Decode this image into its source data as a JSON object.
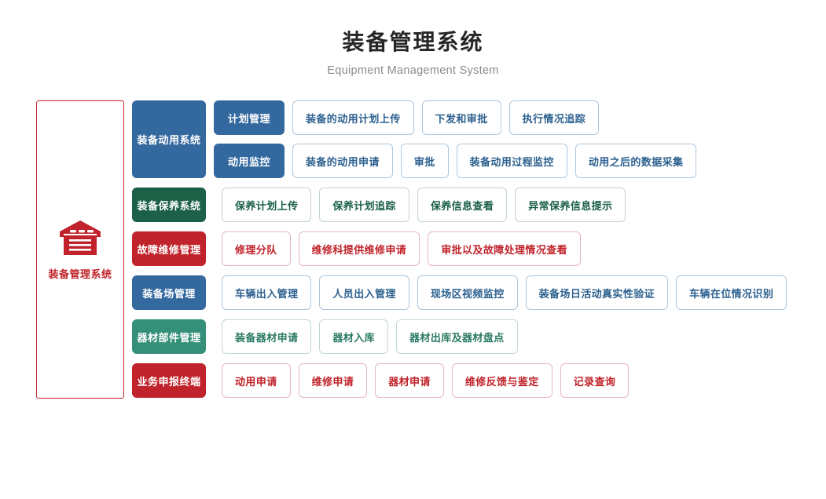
{
  "header": {
    "title": "装备管理系统",
    "subtitle": "Equipment Management System"
  },
  "root": {
    "label": "装备管理系统",
    "icon": "warehouse-icon",
    "border_color": "#c0232b",
    "text_color": "#c0232b"
  },
  "colors": {
    "blue": "#34699f",
    "green": "#1b6047",
    "red": "#c0232b",
    "teal": "#35907a",
    "blue_border": "#aec6dd",
    "green_border": "#c3d4cd",
    "red_border": "#e7b6ba",
    "teal_border": "#c3d8d1",
    "title": "#262626",
    "subtitle": "#8a8a8a"
  },
  "groups": [
    {
      "name": "装备动用系统",
      "theme": "blue",
      "tall": true,
      "lines": [
        {
          "sub": "计划管理",
          "leaves": [
            "装备的动用计划上传",
            "下发和审批",
            "执行情况追踪"
          ]
        },
        {
          "sub": "动用监控",
          "leaves": [
            "装备的动用申请",
            "审批",
            "装备动用过程监控",
            "动用之后的数据采集"
          ]
        }
      ]
    },
    {
      "name": "装备保养系统",
      "theme": "green",
      "tall": false,
      "lines": [
        {
          "sub": null,
          "leaves": [
            "保养计划上传",
            "保养计划追踪",
            "保养信息查看",
            "异常保养信息提示"
          ]
        }
      ]
    },
    {
      "name": "故障维修管理",
      "theme": "red",
      "tall": false,
      "lines": [
        {
          "sub": null,
          "leaves": [
            "修理分队",
            "维修科提供维修申请",
            "审批以及故障处理情况查看"
          ]
        }
      ]
    },
    {
      "name": "装备场管理",
      "theme": "blue",
      "tall": false,
      "lines": [
        {
          "sub": null,
          "leaves": [
            "车辆出入管理",
            "人员出入管理",
            "现场区视频监控",
            "装备场日活动真实性验证",
            "车辆在位情况识别"
          ]
        }
      ]
    },
    {
      "name": "器材部件管理",
      "theme": "teal",
      "tall": false,
      "lines": [
        {
          "sub": null,
          "leaves": [
            "装备器材申请",
            "器材入库",
            "器材出库及器材盘点"
          ]
        }
      ]
    },
    {
      "name": "业务申报终端",
      "theme": "red",
      "tall": false,
      "lines": [
        {
          "sub": null,
          "leaves": [
            "动用申请",
            "维修申请",
            "器材申请",
            "维修反馈与鉴定",
            "记录查询"
          ]
        }
      ]
    }
  ]
}
